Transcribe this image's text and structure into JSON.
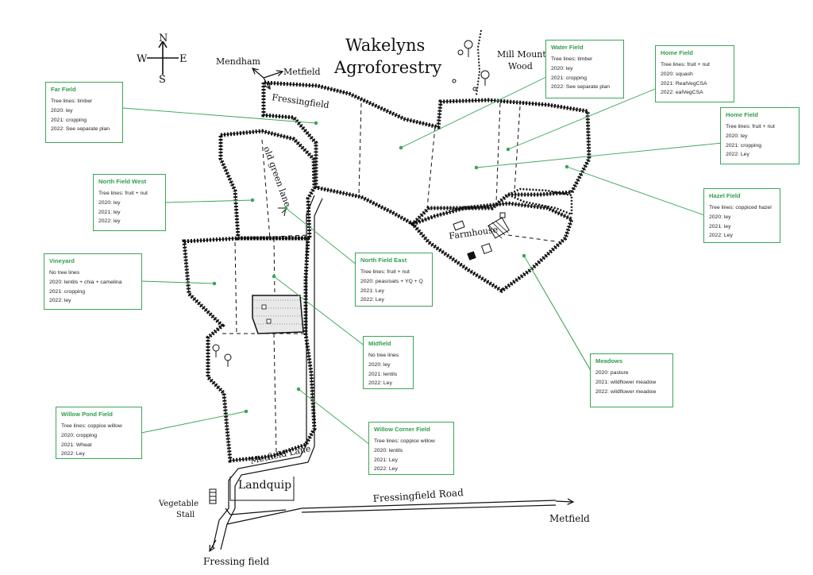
{
  "title": {
    "line1": "Wakelyns",
    "line2": "Agroforestry"
  },
  "compass": {
    "n": "N",
    "s": "S",
    "e": "E",
    "w": "W"
  },
  "map_labels": {
    "mendham": "Mendham",
    "metfield_top": "Metfield",
    "fressingfield_top": "Fressingfield",
    "old_green_lane": "old green lane",
    "mill_mount_wood_1": "Mill Mount",
    "mill_mount_wood_2": "Wood",
    "farmhouse": "Farmhouse",
    "metfield_lane": "Metfield Lane",
    "landquip": "Landquip",
    "fressingfield_road": "Fressingfield Road",
    "vegetable_stall_1": "Vegetable",
    "vegetable_stall_2": "Stall",
    "metfield_bottom": "Metfield",
    "fressingfield_bottom": "Fressing field"
  },
  "fields": [
    {
      "name": "Far Field",
      "lines": [
        "Tree lines: timber",
        "2020: ley",
        "2021: cropping",
        "2022: See separate plan"
      ]
    },
    {
      "name": "Water Field",
      "lines": [
        "Tree lines: timber",
        "2020:  ley",
        "2021: cropping",
        "2022: See separate plan"
      ]
    },
    {
      "name": "Home Field",
      "lines": [
        "Tree lines: fruit + nut",
        "2020:  squash",
        "2021: RealVegCSA",
        "2022: ealVegCSA"
      ]
    },
    {
      "name": "Home Field",
      "lines": [
        "Tree lines: fruit + nut",
        "2020:  ley",
        "2021: cropping",
        "2022: Ley"
      ]
    },
    {
      "name": "North Field West",
      "lines": [
        "Tree lines: fruit + nut",
        "2020: ley",
        "2021: ley",
        "2022: ley"
      ]
    },
    {
      "name": "Hazel Field",
      "lines": [
        "Tree lines: coppiced hazel",
        "2020:  ley",
        "2021: ley",
        "2022: Ley"
      ]
    },
    {
      "name": "Vineyard",
      "lines": [
        "No tree lines",
        "2020:  lentils + chia + camelina",
        "2021: cropping",
        "2022: ley"
      ]
    },
    {
      "name": "North Field East",
      "lines": [
        "Tree lines: fruit + nut",
        "2020:  peas/oats + YQ + Q",
        "2021: Ley",
        "2022: Ley"
      ]
    },
    {
      "name": "Midfield",
      "lines": [
        "No tree lines",
        "2020:  ley",
        "2021: lentils",
        "2022: Ley"
      ]
    },
    {
      "name": "Meadows",
      "lines": [
        "2020:  pasture",
        "2021: wildflower meadow",
        "2022: wildflower meadow"
      ]
    },
    {
      "name": "Willow Pond Field",
      "lines": [
        "Tree lines: coppice willow",
        "2020:  cropping",
        "2021:  Wheat",
        "2022: Ley"
      ]
    },
    {
      "name": "Willow Corner Field",
      "lines": [
        "Tree lines: coppice willow",
        "2020:  lentils",
        "2021: Ley",
        "2022: Ley"
      ]
    }
  ],
  "colors": {
    "label_green": "#2f9e4c",
    "leader_green": "#3aa655",
    "ink": "#111111"
  }
}
